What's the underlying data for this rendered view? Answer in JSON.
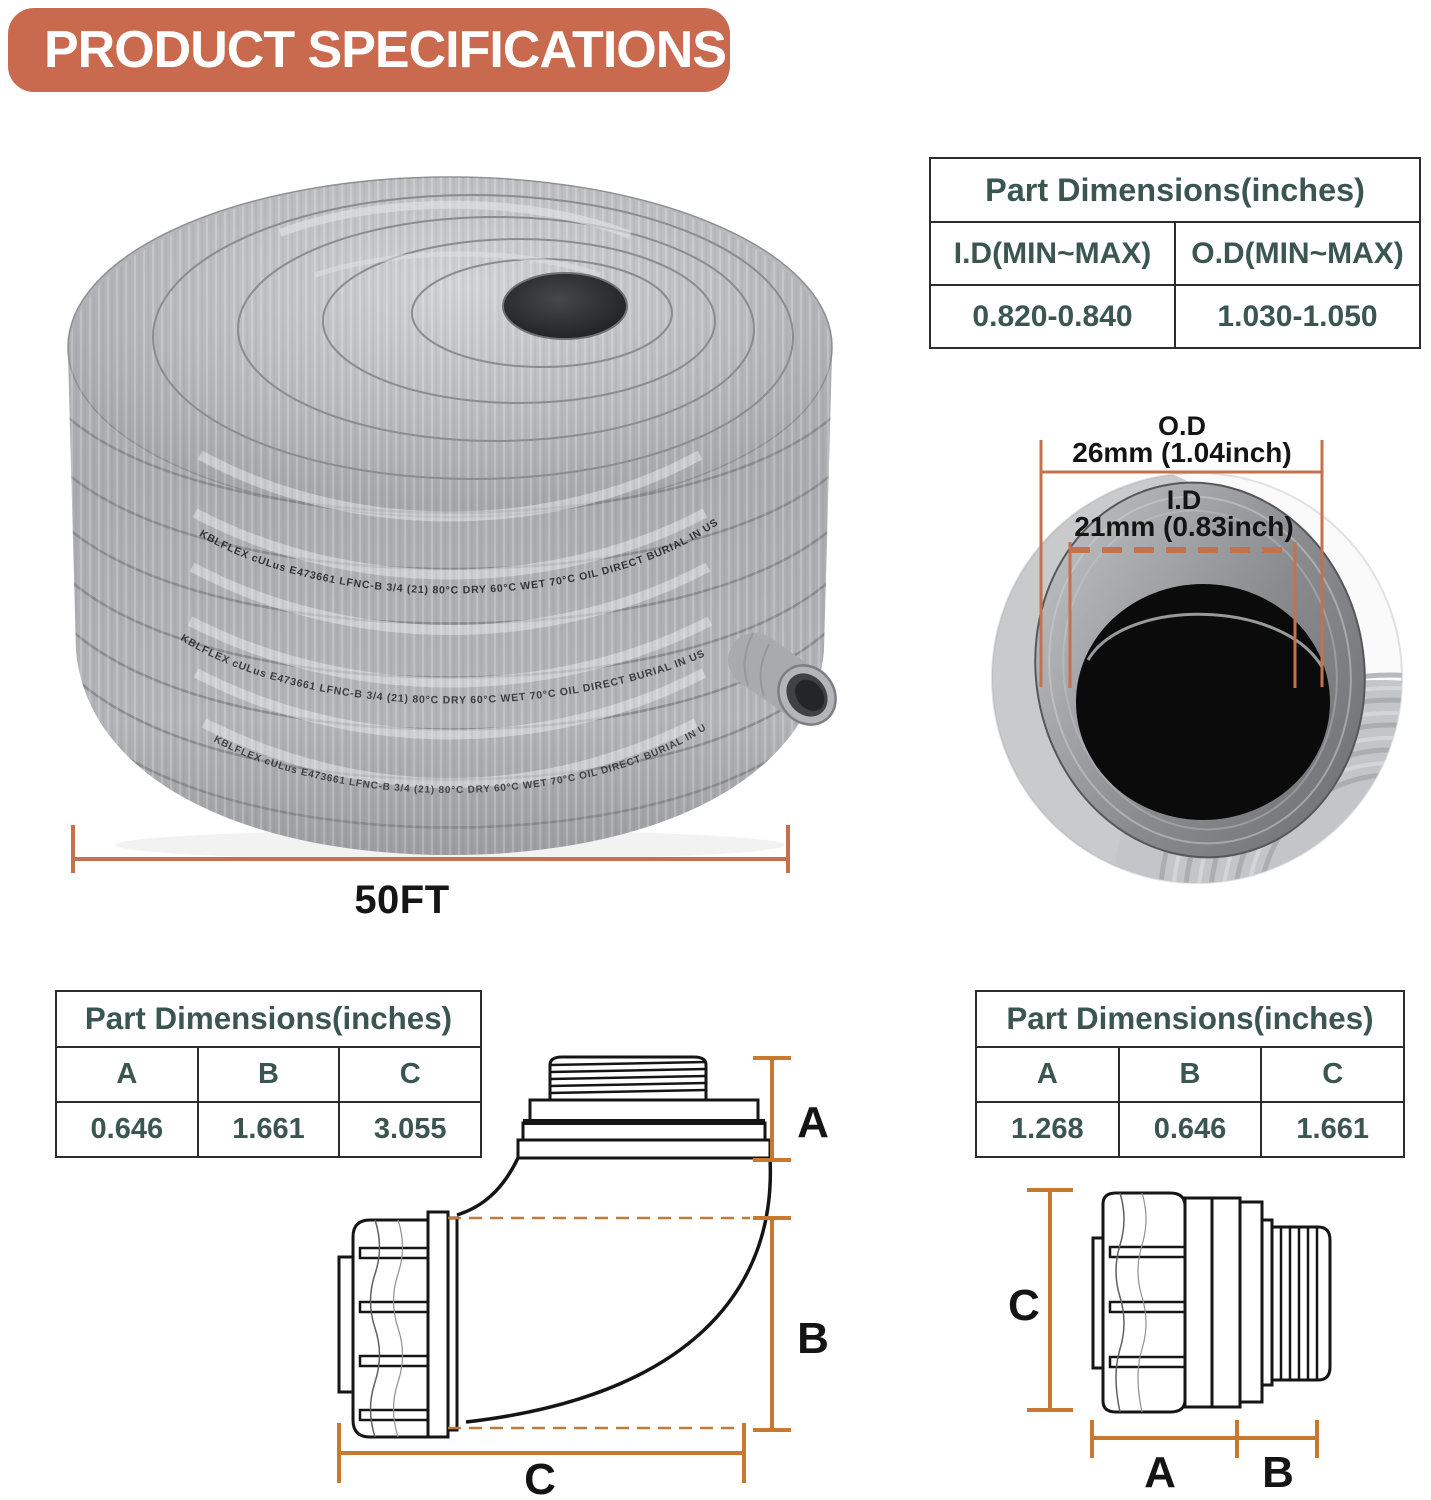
{
  "banner": {
    "title": "PRODUCT SPECIFICATIONS"
  },
  "coil": {
    "length_label": "50FT",
    "print_text": "KBLFLEX  cULus  E473661  LFNC-B  3/4 (21)  80°C DRY  60°C WET  70°C OIL  DIRECT BURIAL  IN US"
  },
  "cross_section": {
    "od_label": "O.D",
    "od_value": "26mm  (1.04inch)",
    "id_label": "I.D",
    "id_value": "21mm  (0.83inch)"
  },
  "table_conduit": {
    "title": "Part Dimensions(inches)",
    "headers": [
      "I.D(MIN~MAX)",
      "O.D(MIN~MAX)"
    ],
    "values": [
      "0.820-0.840",
      "1.030-1.050"
    ]
  },
  "table_elbow": {
    "title": "Part Dimensions(inches)",
    "headers": [
      "A",
      "B",
      "C"
    ],
    "values": [
      "0.646",
      "1.661",
      "3.055"
    ]
  },
  "table_straight": {
    "title": "Part Dimensions(inches)",
    "headers": [
      "A",
      "B",
      "C"
    ],
    "values": [
      "1.268",
      "0.646",
      "1.661"
    ]
  },
  "elbow_diagram": {
    "label_a": "A",
    "label_b": "B",
    "label_c": "C"
  },
  "straight_diagram": {
    "label_a": "A",
    "label_b": "B",
    "label_c": "C"
  },
  "colors": {
    "banner_bg": "#c96a4e",
    "dimension_line": "#c4714e",
    "drawing_dimension_line": "#c8792f",
    "table_text": "#3b5650"
  }
}
